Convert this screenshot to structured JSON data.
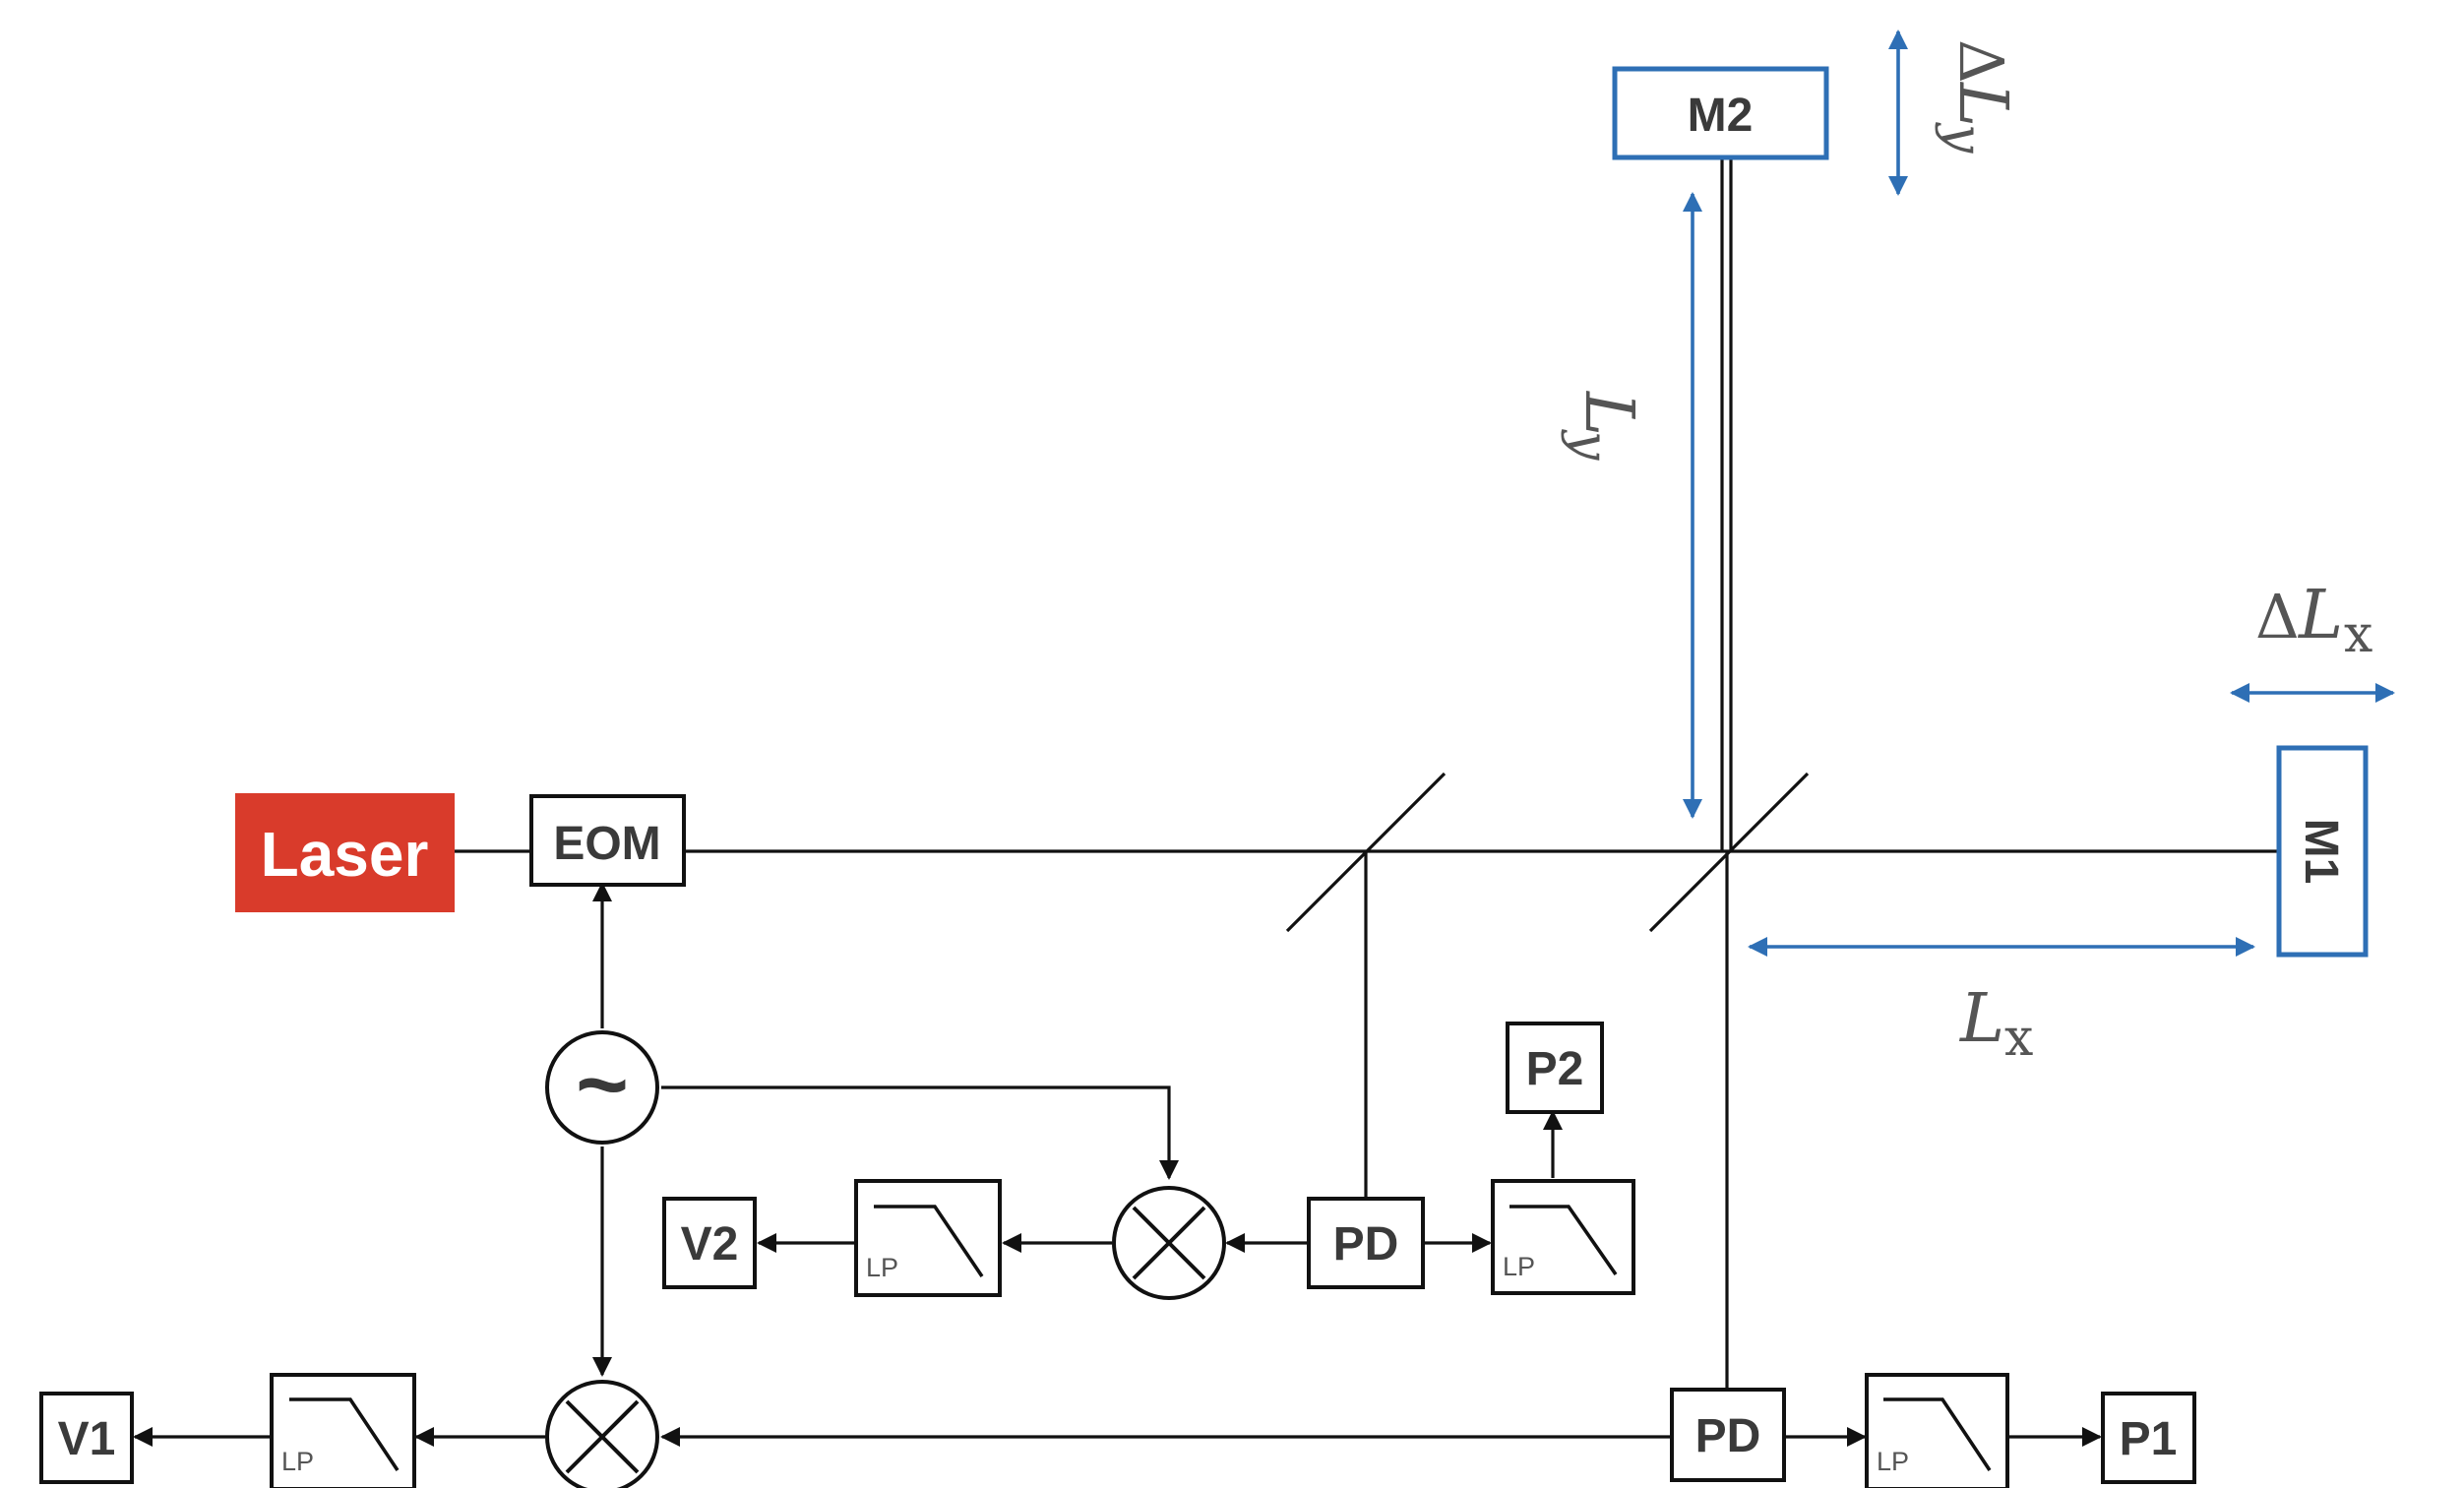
{
  "colors": {
    "laser": "#d93b2b",
    "mirror": "#2e6fb5",
    "line": "#111111",
    "text": "#3a3a3a"
  },
  "components": {
    "laser": "Laser",
    "eom": "EOM",
    "mirror_1": "M1",
    "mirror_2": "M2",
    "photodetector_1": "PD",
    "photodetector_2": "PD",
    "output_p1": "P1",
    "output_p2": "P2",
    "output_v1": "V1",
    "output_v2": "V2",
    "oscillator": "~",
    "lowpass": "LP"
  },
  "dimensions": {
    "lx_symbol": "L",
    "lx_subscript": "x",
    "ly_symbol": "L",
    "ly_subscript": "y",
    "delta": "Δ"
  }
}
